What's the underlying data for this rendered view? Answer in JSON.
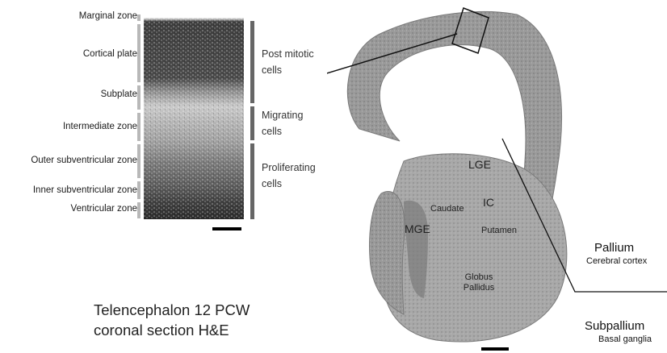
{
  "zones": [
    {
      "label": "Marginal zone"
    },
    {
      "label": "Cortical plate"
    },
    {
      "label": "Subplate"
    },
    {
      "label": "Intermediate zone"
    },
    {
      "label": "Outer subventricular zone"
    },
    {
      "label": "Inner subventricular zone"
    },
    {
      "label": "Ventricular zone"
    }
  ],
  "groups": [
    {
      "label": "Post mitotic cells"
    },
    {
      "label": "Migrating cells"
    },
    {
      "label": "Proliferating cells"
    }
  ],
  "regions": {
    "lge": "LGE",
    "mge": "MGE",
    "ic": "IC",
    "caudate": "Caudate",
    "putamen": "Putamen",
    "globus_pallidus": "Globus Pallidus"
  },
  "caption": {
    "line1": "Telencephalon 12 PCW",
    "line2": "coronal section H&E"
  },
  "legend": {
    "pallium": "Pallium",
    "pallium_sub": "Cerebral cortex",
    "subpallium": "Subpallium",
    "subpallium_sub": "Basal ganglia"
  },
  "colors": {
    "tissue": "#8f8f8f",
    "tissue_dark": "#6b6b6b",
    "text": "#1a1a1a"
  }
}
